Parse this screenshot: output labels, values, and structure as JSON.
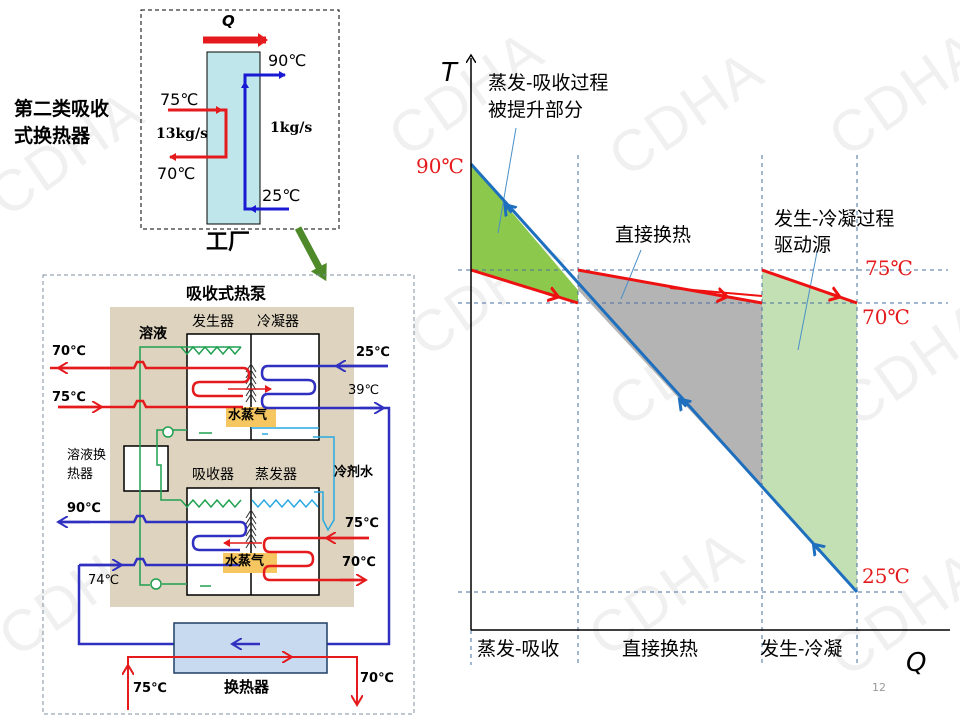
{
  "watermark": "CDHA",
  "page_number": "12",
  "top_diagram": {
    "title_line1": "第二类吸收",
    "title_line2": "式换热器",
    "heat_label": "Q",
    "plant_label": "工厂",
    "hot_in_temp": "75℃",
    "hot_out_temp": "70℃",
    "hot_flow": "13kg/s",
    "cold_in_temp": "25℃",
    "cold_out_temp": "90℃",
    "cold_flow": "1kg/s"
  },
  "heat_pump": {
    "title": "吸收式热泵",
    "solution_label": "溶液",
    "generator_label": "发生器",
    "condenser_label": "冷凝器",
    "absorber_label": "吸收器",
    "evaporator_label": "蒸发器",
    "vapor_label_top": "水蒸气",
    "vapor_label_bottom": "水蒸气",
    "solution_hx_label_line1": "溶液换",
    "solution_hx_label_line2": "热器",
    "refrigerant_water_label": "冷剂水",
    "gen_out_temp": "70℃",
    "gen_in_temp": "75℃",
    "cond_in_temp": "25℃",
    "cond_out_temp": "39℃",
    "abs_out_temp": "90℃",
    "abs_in_temp": "74℃",
    "evap_in_temp": "75℃",
    "evap_out_temp": "70℃",
    "hx_label": "换热器",
    "hx_in_temp": "75℃",
    "hx_out_temp": "70℃"
  },
  "chart_data": {
    "type": "area",
    "title": "",
    "xlabel": "Q",
    "ylabel": "T",
    "y_tick_labels": [
      "90℃",
      "75℃",
      "70℃",
      "25℃"
    ],
    "y_ticks": [
      90,
      75,
      70,
      25
    ],
    "x_region_labels": [
      "蒸发-吸收",
      "直接换热",
      "发生-冷凝"
    ],
    "region_boundaries": [
      0,
      1,
      2.7,
      3.6
    ],
    "series": [
      {
        "name": "cold stream (blue)",
        "points": [
          [
            0,
            90
          ],
          [
            3.6,
            25
          ]
        ],
        "color": "#1f6fbf"
      },
      {
        "name": "hot stream evaporation-absorption (red)",
        "points": [
          [
            0,
            75
          ],
          [
            1,
            70
          ]
        ],
        "color": "#ee1111"
      },
      {
        "name": "hot stream direct exchange (red)",
        "points": [
          [
            1,
            75
          ],
          [
            2.7,
            70
          ]
        ],
        "color": "#ee1111"
      },
      {
        "name": "hot stream generation-condensation (red)",
        "points": [
          [
            2.7,
            75
          ],
          [
            3.6,
            70
          ]
        ],
        "color": "#ee1111"
      }
    ],
    "regions": [
      {
        "name": "被提升部分",
        "color": "#8cc84b"
      },
      {
        "name": "直接换热",
        "color": "#b4b4b4"
      },
      {
        "name": "驱动源",
        "color": "#c3dfb4"
      }
    ],
    "annotations": [
      {
        "text_line1": "蒸发-吸收过程",
        "text_line2": "被提升部分"
      },
      {
        "text_line1": "直接换热"
      },
      {
        "text_line1": "发生-冷凝过程",
        "text_line2": "驱动源"
      }
    ],
    "ylim": [
      15,
      100
    ],
    "xlim": [
      0,
      4.2
    ],
    "grid": false
  }
}
